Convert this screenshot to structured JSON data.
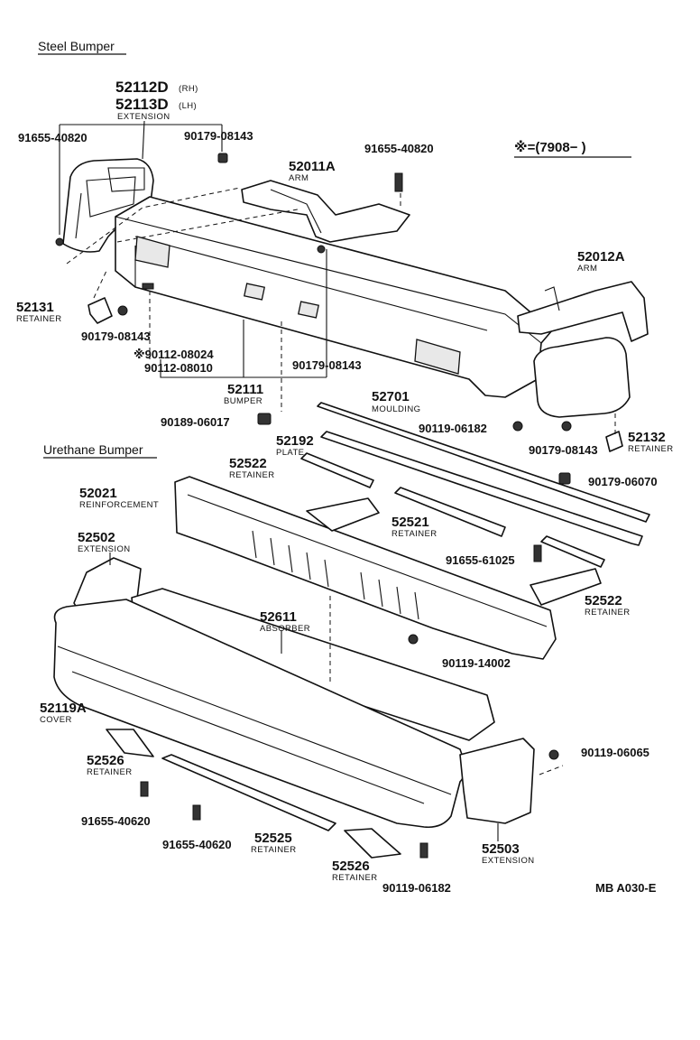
{
  "sections": {
    "steel": "Steel Bumper",
    "urethane": "Urethane Bumper"
  },
  "legend_note": "※=(7908−        )",
  "diagram_code": "MB A030-E",
  "parts": {
    "p52112D": "52112D",
    "p52112D_side": "(RH)",
    "p52113D": "52113D",
    "p52113D_side": "(LH)",
    "ext_top": "EXTENSION",
    "bolt_91655_40820_a": "91655-40820",
    "nut_90179_08143_a": "90179-08143",
    "bolt_91655_40820_b": "91655-40820",
    "arm_52011A": "52011A",
    "arm_52011A_name": "ARM",
    "arm_52012A": "52012A",
    "arm_52012A_name": "ARM",
    "ret_52131": "52131",
    "ret_52131_name": "RETAINER",
    "nut_90179_08143_b": "90179-08143",
    "bolt_90112_08024": "※90112-08024",
    "bolt_90112_08010": "90112-08010",
    "bump_52111": "52111",
    "bump_52111_name": "BUMPER",
    "nut_90179_08143_c": "90179-08143",
    "nut_90189_06017": "90189-06017",
    "mould_52701": "52701",
    "mould_52701_name": "MOULDING",
    "bolt_90119_06182_a": "90119-06182",
    "nut_90179_08143_d": "90179-08143",
    "ret_52132": "52132",
    "ret_52132_name": "RETAINER",
    "nut_90179_06070": "90179-06070",
    "plate_52192": "52192",
    "plate_52192_name": "PLATE",
    "ret_52522_a": "52522",
    "ret_52522_a_name": "RETAINER",
    "reinf_52021": "52021",
    "reinf_52021_name": "REINFORCEMENT",
    "ret_52521": "52521",
    "ret_52521_name": "RETAINER",
    "ext_52502": "52502",
    "ext_52502_name": "EXTENSION",
    "bolt_91655_61025": "91655-61025",
    "ret_52522_b": "52522",
    "ret_52522_b_name": "RETAINER",
    "abs_52611": "52611",
    "abs_52611_name": "ABSORBER",
    "bolt_90119_14002": "90119-14002",
    "cover_52119A": "52119A",
    "cover_52119A_name": "COVER",
    "bolt_90119_06065": "90119-06065",
    "ret_52526_a": "52526",
    "ret_52526_a_name": "RETAINER",
    "bolt_91655_40620_a": "91655-40620",
    "bolt_91655_40620_b": "91655-40620",
    "ret_52525": "52525",
    "ret_52525_name": "RETAINER",
    "ext_52503": "52503",
    "ext_52503_name": "EXTENSION",
    "ret_52526_b": "52526",
    "ret_52526_b_name": "RETAINER",
    "bolt_90119_06182_b": "90119-06182"
  }
}
